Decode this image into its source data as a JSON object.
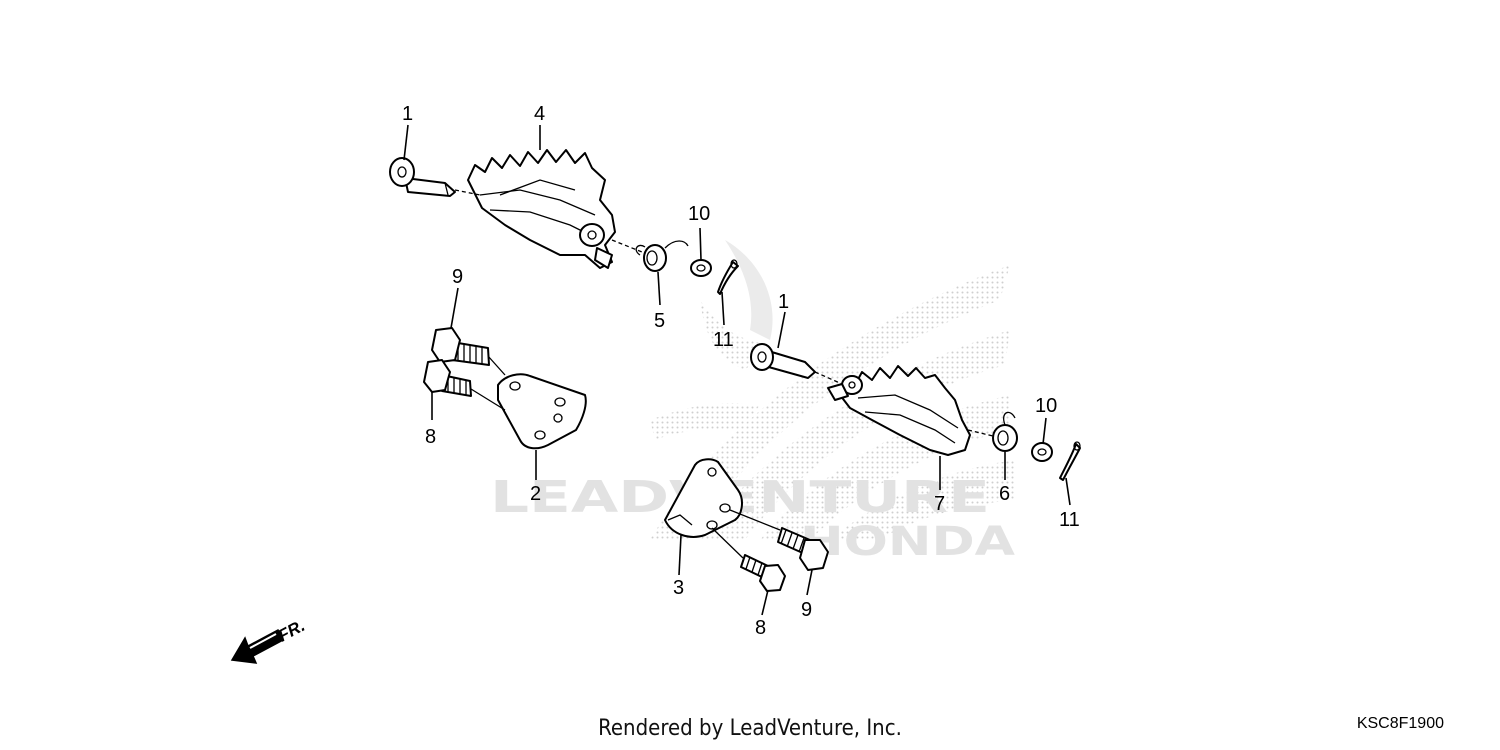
{
  "callouts": {
    "c1a": "1",
    "c4": "4",
    "c10a": "10",
    "c5": "5",
    "c11a": "11",
    "c9a": "9",
    "c8a": "8",
    "c2": "2",
    "c1b": "1",
    "c10b": "10",
    "c7": "7",
    "c6": "6",
    "c11b": "11",
    "c3": "3",
    "c8b": "8",
    "c9b": "9"
  },
  "front_arrow_label": "FR.",
  "footer_text": "Rendered by LeadVenture, Inc.",
  "diagram_code": "KSC8F1900",
  "watermark": {
    "text": "LEADVENTURE",
    "brand": "HONDA"
  },
  "colors": {
    "ink": "#000000",
    "watermark": "#e2e2e2"
  }
}
